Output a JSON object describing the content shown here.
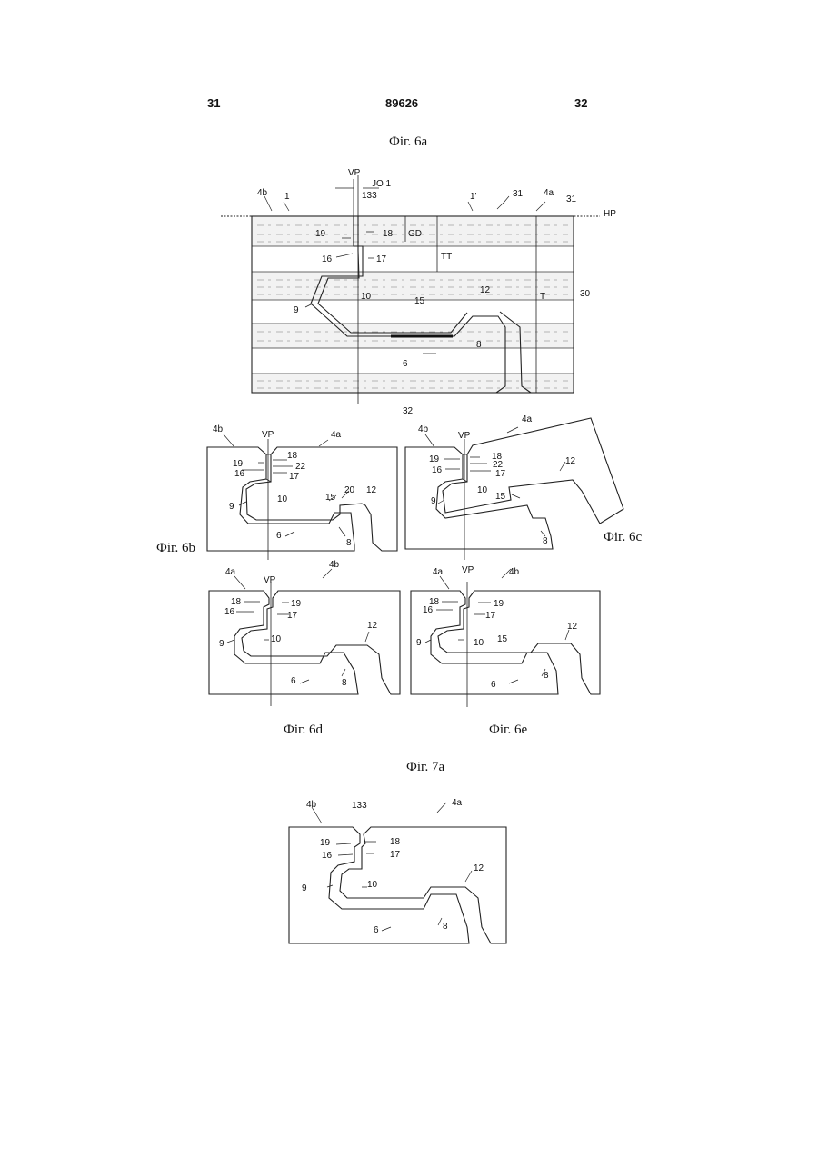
{
  "header": {
    "left_page": "31",
    "center_number": "89626",
    "right_page": "32"
  },
  "captions": {
    "fig_6a": "Фіг. 6а",
    "fig_6b": "Фіг. 6b",
    "fig_6c": "Фіг. 6с",
    "fig_6d": "Фіг. 6d",
    "fig_6e": "Фіг. 6е",
    "fig_7a": "Фіг. 7а"
  },
  "fig6a_labels": {
    "vp": "VP",
    "jo1": "JO 1",
    "n133": "133",
    "n4b": "4b",
    "n1": "1",
    "n1p": "1'",
    "n31a": "31",
    "n4a": "4a",
    "n31b": "31",
    "hp": "HP",
    "n19": "19",
    "n18": "18",
    "gd": "GD",
    "n16": "16",
    "n17": "17",
    "tt": "TT",
    "n10": "10",
    "n15": "15",
    "n12": "12",
    "t": "T",
    "n30": "30",
    "n9": "9",
    "n8": "8",
    "n6": "6",
    "n32": "32"
  },
  "fig6b_labels": {
    "n4b": "4b",
    "vp": "VP",
    "n4a": "4a",
    "n19": "19",
    "n18": "18",
    "n22": "22",
    "n16": "16",
    "n17": "17",
    "n10": "10",
    "n9": "9",
    "n15": "15",
    "n20": "20",
    "n12": "12",
    "n6": "6",
    "n8": "8"
  },
  "fig6c_labels": {
    "n4b": "4b",
    "vp": "VP",
    "n4a": "4a",
    "n19": "19",
    "n18": "18",
    "n22": "22",
    "n16": "16",
    "n17": "17",
    "n12": "12",
    "n10": "10",
    "n9": "9",
    "n15": "15",
    "n8": "8"
  },
  "fig6d_labels": {
    "n4a": "4a",
    "vp": "VP",
    "n4b": "4b",
    "n18": "18",
    "n19": "19",
    "n16": "16",
    "n17": "17",
    "n12": "12",
    "n9": "9",
    "n10": "10",
    "n6": "6",
    "n8": "8"
  },
  "fig6e_labels": {
    "n4a": "4a",
    "vp": "VP",
    "n4b": "4b",
    "n18": "18",
    "n19": "19",
    "n16": "16",
    "n17": "17",
    "n12": "12",
    "n9": "9",
    "n10": "10",
    "n15": "15",
    "n8": "8",
    "n6": "6"
  },
  "fig7a_labels": {
    "n4b": "4b",
    "n133": "133",
    "n4a": "4a",
    "n19": "19",
    "n18": "18",
    "n16": "16",
    "n17": "17",
    "n12": "12",
    "n9": "9",
    "n10": "10",
    "n6": "6",
    "n8": "8"
  }
}
